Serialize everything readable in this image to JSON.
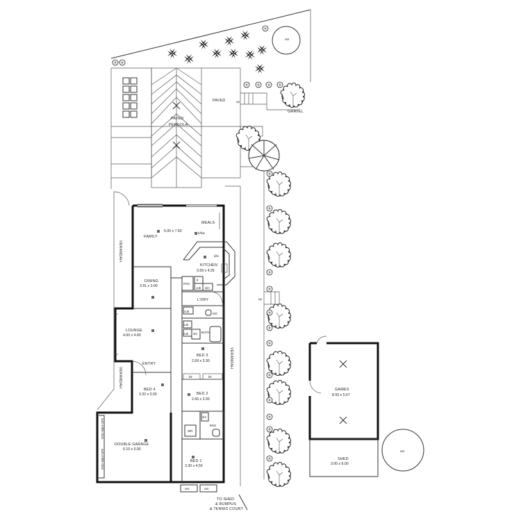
{
  "rooms": {
    "paved_pergola": {
      "line1": "PAVED",
      "line2": "PERGOLA"
    },
    "paved": "PAVED",
    "gravel": "GRAVEL",
    "meals": "MEALS",
    "family": {
      "name": "FAMILY",
      "dim": "5.00 x 7.60"
    },
    "brbar": "b/bar",
    "dw": "d/w",
    "kitchen": {
      "name": "KITCHEN",
      "dim": "3.69 x 4.25"
    },
    "fr": "fr",
    "pan": "PAN",
    "cub": "cub",
    "wm": "wm",
    "ldry": "L'DRY",
    "dining": {
      "name": "DINING",
      "dim": "3.91 x 3.00"
    },
    "lounge": {
      "name": "LOUNGE",
      "dim": "4.00 x 4.60"
    },
    "wc": "WC",
    "bath": "BATH",
    "shr": "shr",
    "entry": "ENTRY",
    "bed3": {
      "name": "BED 3",
      "dim": "2.69 x 3.30"
    },
    "bir": "bir",
    "bed4": {
      "name": "BED 4",
      "dim": "3.32 x 3.00"
    },
    "bed2": {
      "name": "BED 2",
      "dim": "2.65 x 3.30"
    },
    "ens": "ENS",
    "wr": "WR",
    "garage": {
      "name": "DOUBLE GARAGE",
      "dim": "6.10 x 6.00"
    },
    "bed1": {
      "name": "BED 1",
      "dim": "3.30 x 4.50"
    },
    "games": {
      "name": "GAMES",
      "dim": "8.93 x 5.67"
    },
    "shed": {
      "name": "SHED",
      "dim": "3.00 x 6.00"
    }
  },
  "labels": {
    "verandah": "VERANDAH",
    "up": "up",
    "rwt": "rwt",
    "garage_door": "auto-roller-door",
    "to_shed": {
      "line1": "TO SHED",
      "line2": "& RUMPUS",
      "line3": "& TENNIS COURT"
    }
  }
}
